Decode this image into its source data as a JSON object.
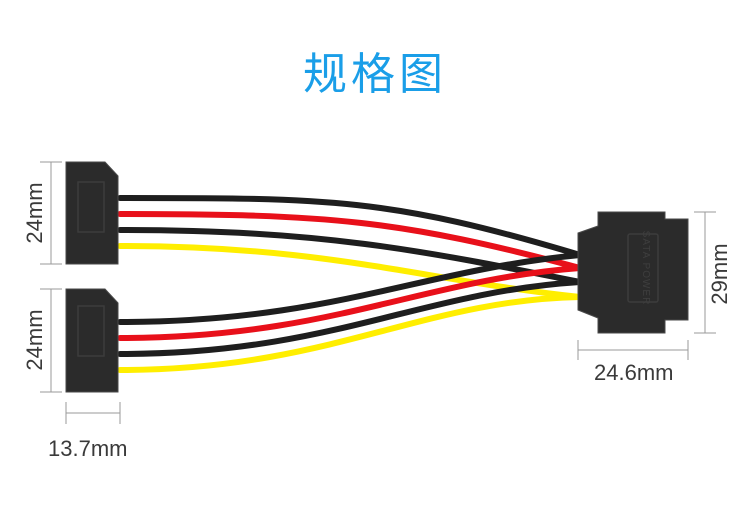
{
  "title": "规格图",
  "colors": {
    "title": "#1a9ee8",
    "connector": "#2b2b2b",
    "connector_edge": "#4a4a4a",
    "wire_black": "#1e1e1e",
    "wire_red": "#e8101a",
    "wire_yellow": "#ffee00",
    "dimension_line": "#9a9a9a"
  },
  "dimensions": {
    "left_top_height": "24mm",
    "left_bottom_height": "24mm",
    "left_width": "13.7mm",
    "right_height": "29mm",
    "right_width": "24.6mm"
  },
  "connector_text": {
    "right_label": "SATA POWER"
  },
  "icons": [
    "sata-power-connector-icon",
    "power-cable-icon"
  ]
}
